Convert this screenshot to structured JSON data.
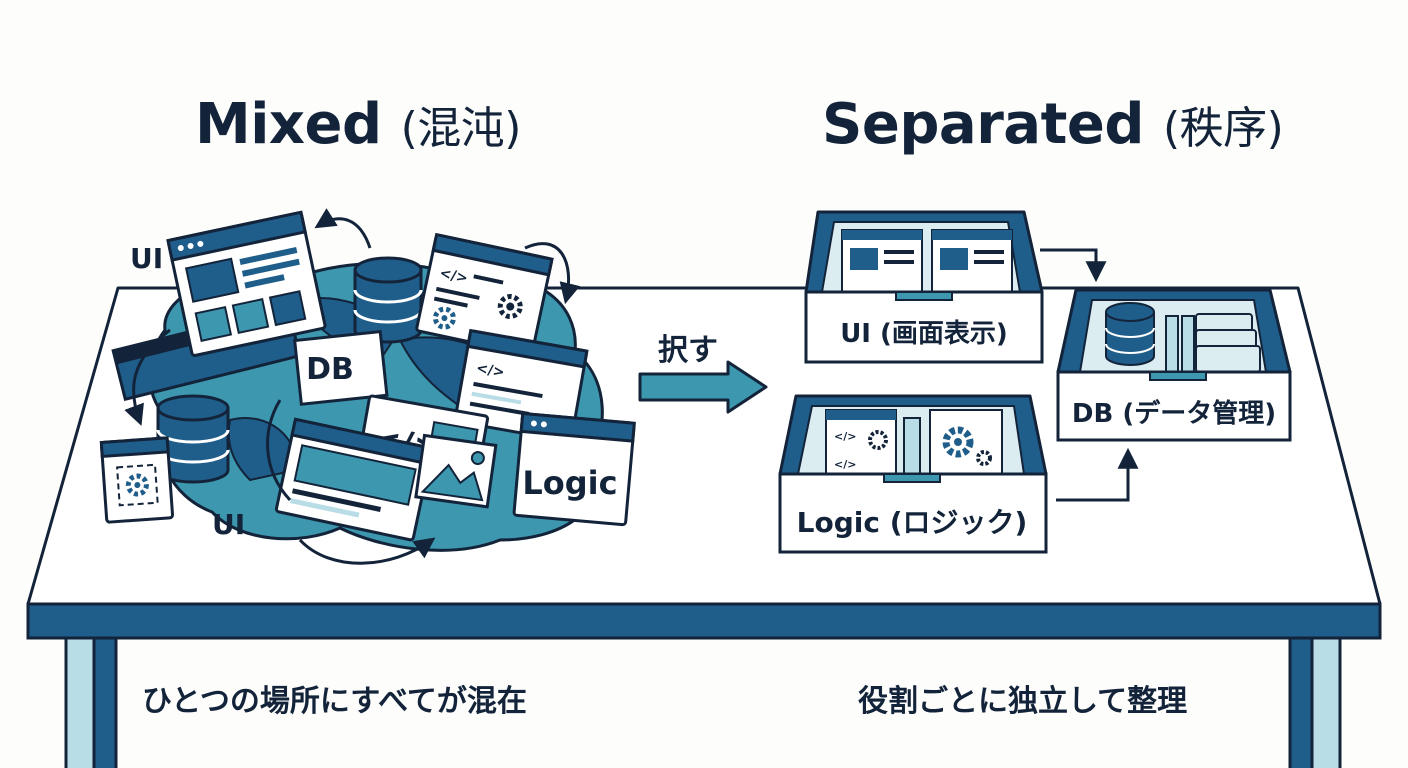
{
  "titles": {
    "mixed_main": "Mixed",
    "mixed_sub": "(混沌)",
    "separated_main": "Separated",
    "separated_sub": "(秩序)"
  },
  "mixed_labels": {
    "ui_top": "UI",
    "ui_bottom": "UI",
    "db": "DB",
    "logic": "Logic"
  },
  "action": {
    "label": "択す"
  },
  "drawers": {
    "ui": "UI (画面表示)",
    "logic": "Logic (ロジック)",
    "db": "DB (データ管理)"
  },
  "captions": {
    "left": "ひとつの場所にすべてが混在",
    "right": "役割ごとに独立して整理"
  },
  "colors": {
    "navy": "#13243a",
    "blue": "#1f5d8a",
    "teal": "#3d97ae",
    "light": "#b9dde6",
    "pale": "#dcedf2",
    "white": "#ffffff"
  },
  "icons": [
    "code-icon",
    "gear-icon",
    "image-icon",
    "database-icon",
    "browser-window-icon",
    "arrow-icon"
  ]
}
